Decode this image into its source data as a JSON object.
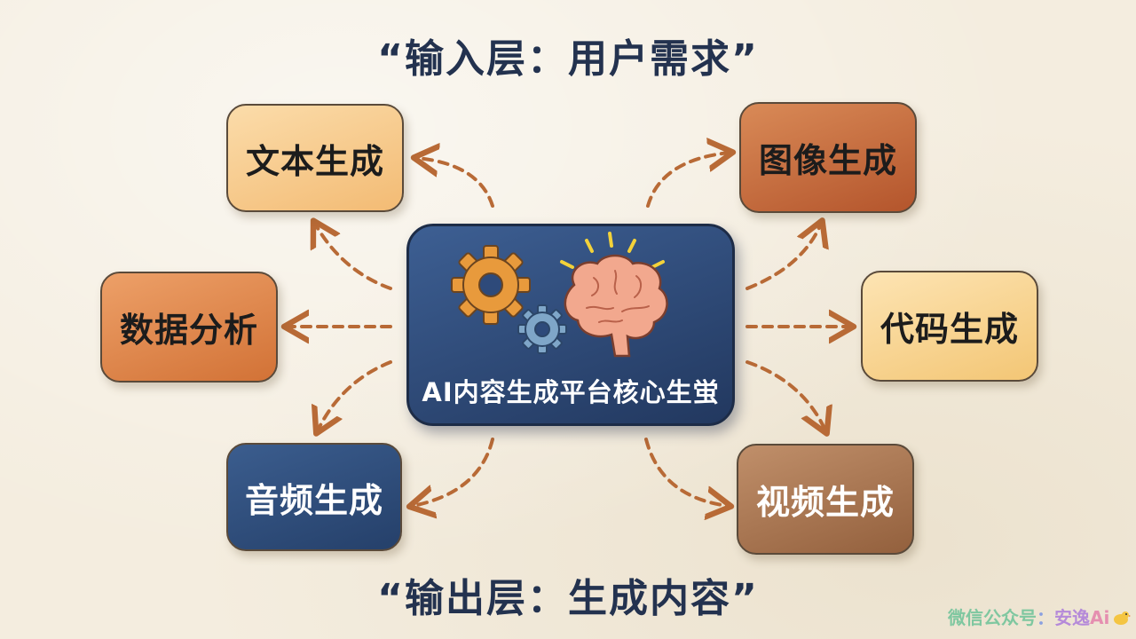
{
  "titles": {
    "input": "“输入层：用户需求”",
    "output": "“输出层：生成内容”"
  },
  "core": {
    "label": "AI内容生成平台核心生蛍"
  },
  "nodes": {
    "text": "文本生成",
    "image": "图像生成",
    "data": "数据分析",
    "code": "代码生成",
    "audio": "音频生成",
    "video": "视频生成"
  },
  "watermark": {
    "prefix": "微信公众号",
    "sep": "：",
    "name": "安逸",
    "ai": "Ai"
  },
  "colors": {
    "title": "#23324f",
    "arrow": "#b86a36",
    "core_fill": "#2e4a7a"
  }
}
